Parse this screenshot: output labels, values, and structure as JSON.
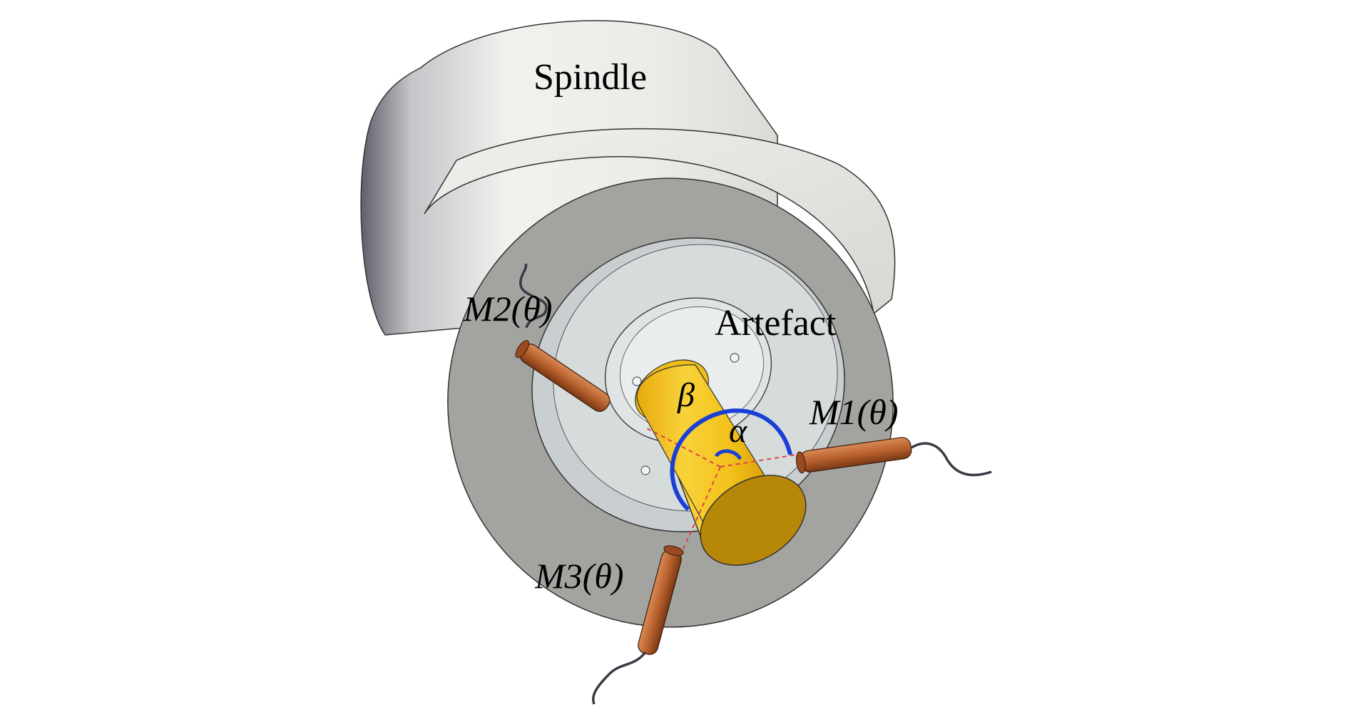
{
  "labels": {
    "spindle": "Spindle",
    "artefact": "Artefact",
    "probe_m1": "M1(θ)",
    "probe_m2": "M2(θ)",
    "probe_m3": "M3(θ)",
    "angle_alpha": "α",
    "angle_beta": "β"
  },
  "colors": {
    "spindle_body": "#ecebe8",
    "spindle_flange_face": "#a3a4a0",
    "artefact_disc": "#cdd4d4",
    "artefact_cylinder": "#f2c21a",
    "artefact_end_face": "#b78707",
    "probe_body": "#b8612e",
    "angle_arc": "#1a3fd6",
    "construction_lines": "#e0404a"
  }
}
